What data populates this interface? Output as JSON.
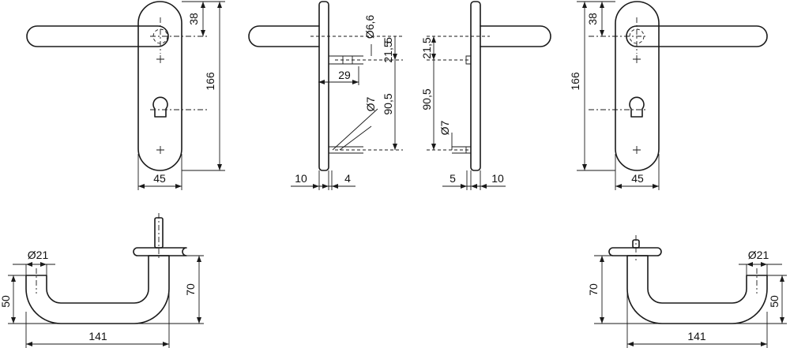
{
  "labels": {
    "front_left_pitch": "38",
    "front_left_height": "166",
    "front_left_width": "45",
    "side_left_bore": "Ø6,6",
    "side_left_offset": "5",
    "side_left_spacing": "21,5",
    "side_left_pin": "29",
    "side_left_screw": "Ø7",
    "side_left_distance": "90,5",
    "side_left_plate": "10",
    "side_left_gap": "4",
    "side_right_spacing": "21,5",
    "side_right_distance": "90,5",
    "side_right_screw": "Ø7",
    "side_right_gap": "5",
    "side_right_plate": "10",
    "front_right_pitch": "38",
    "front_right_height": "166",
    "front_right_width": "45",
    "top_left_dia": "Ø21",
    "top_left_depth": "50",
    "top_left_reach": "70",
    "top_left_length": "141",
    "top_right_dia": "Ø21",
    "top_right_reach": "70",
    "top_right_depth": "50",
    "top_right_length": "141"
  }
}
